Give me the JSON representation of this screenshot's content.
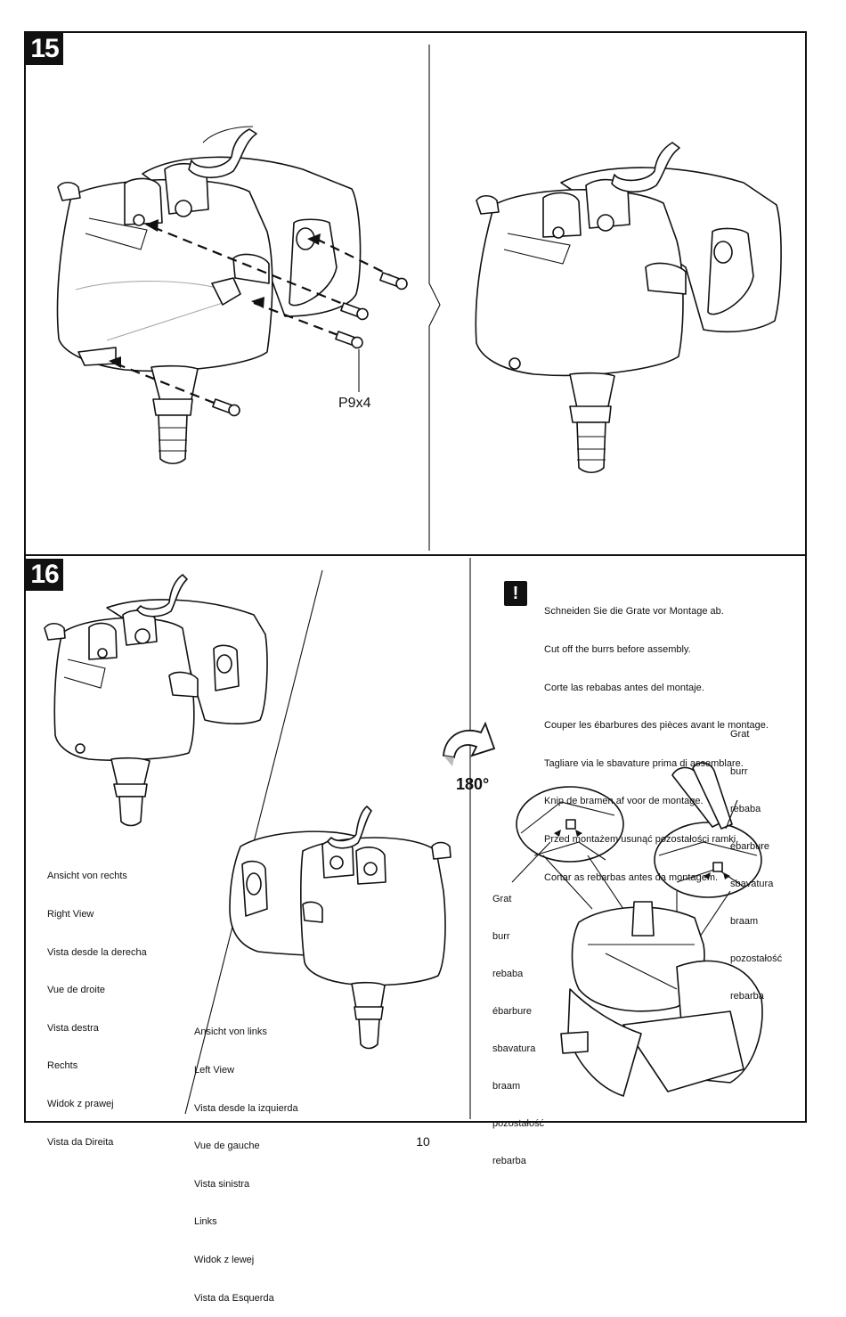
{
  "steps": [
    {
      "number": "15",
      "screw_code": "P9x4"
    },
    {
      "number": "16",
      "rotation_label": "180°"
    }
  ],
  "warning": {
    "symbol": "!",
    "lines": [
      "Schneiden Sie die Grate vor Montage ab.",
      "Cut off the burrs before assembly.",
      "Corte las rebabas antes del montaje.",
      "Couper les ébarbures des pièces avant le montage.",
      "Tagliare via le sbavature prima di assemblare.",
      "Knip de bramen af voor de montage.",
      "Przed montażem usunąć pozostałości ramki.",
      "Cortar as rebarbas antes da montagem."
    ]
  },
  "burr_label_right": [
    "Grat",
    "burr",
    "rebaba",
    "ébarbure",
    "sbavatura",
    "braam",
    "pozostałość",
    "rebarba"
  ],
  "burr_label_left": [
    "Grat",
    "burr",
    "rebaba",
    "ébarbure",
    "sbavatura",
    "braam",
    "pozostałość",
    "rebarba"
  ],
  "right_view_label": [
    "Ansicht von rechts",
    "Right View",
    "Vista desde la derecha",
    "Vue de droite",
    "Vista destra",
    "Rechts",
    "Widok z prawej",
    "Vista da Direita"
  ],
  "left_view_label": [
    "Ansicht von links",
    "Left View",
    "Vista desde la izquierda",
    "Vue de gauche",
    "Vista sinistra",
    "Links",
    "Widok z lewej",
    "Vista da Esquerda"
  ],
  "page_number": "10"
}
